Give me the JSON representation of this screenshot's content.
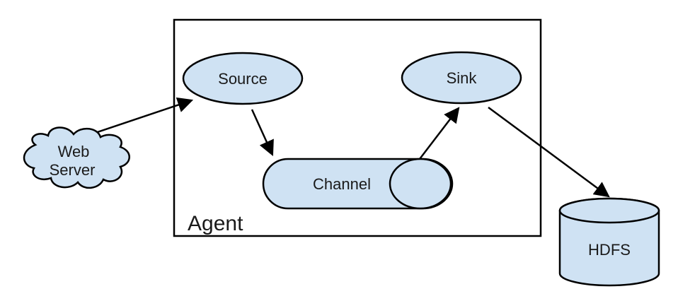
{
  "diagram": {
    "container_label": "Agent",
    "nodes": {
      "web_server": {
        "label_line1": "Web",
        "label_line2": "Server",
        "shape": "cloud"
      },
      "source": {
        "label": "Source",
        "shape": "ellipse"
      },
      "channel": {
        "label": "Channel",
        "shape": "horizontal-cylinder"
      },
      "sink": {
        "label": "Sink",
        "shape": "ellipse"
      },
      "hdfs": {
        "label": "HDFS",
        "shape": "vertical-cylinder"
      }
    },
    "edges": [
      {
        "from": "web_server",
        "to": "source"
      },
      {
        "from": "source",
        "to": "channel"
      },
      {
        "from": "channel",
        "to": "sink"
      },
      {
        "from": "sink",
        "to": "hdfs"
      }
    ],
    "colors": {
      "node_fill": "#cfe2f3",
      "stroke": "#000000",
      "background": "#ffffff"
    }
  }
}
